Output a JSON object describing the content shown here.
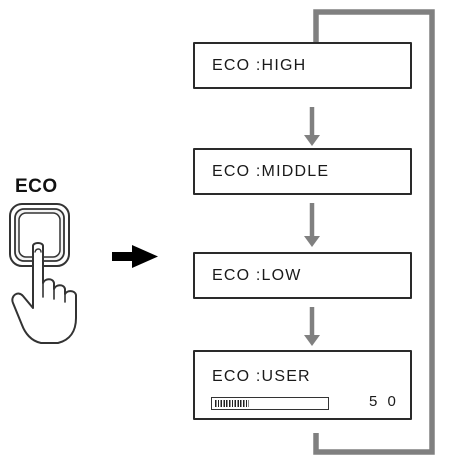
{
  "eco_button": {
    "label": "ECO",
    "icon": "hand-pressing-button-icon"
  },
  "modes": [
    {
      "label": "ECO :HIGH"
    },
    {
      "label": "ECO :MIDDLE"
    },
    {
      "label": "ECO :LOW"
    },
    {
      "label": "ECO :USER",
      "level_value": "5 0",
      "level_fraction": 0.31
    }
  ],
  "colors": {
    "connector": "#808080",
    "box_border": "#2a2a2a",
    "arrow": "#000000"
  }
}
